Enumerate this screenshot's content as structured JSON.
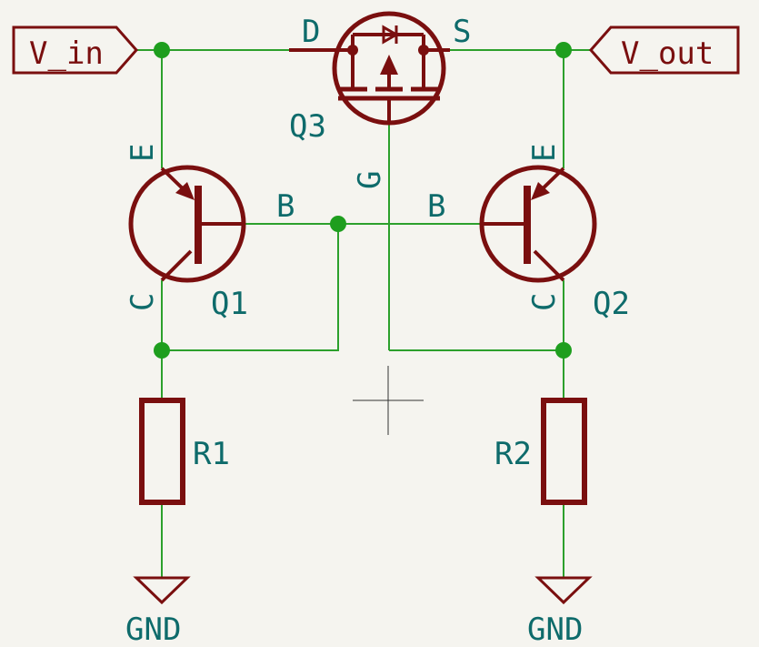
{
  "colors": {
    "background": "#f5f4ef",
    "wire": "#2ca02c",
    "junction": "#1e9e1e",
    "component": "#7a0f0f",
    "label": "#0e6b6b",
    "cursor": "#333333"
  },
  "ports": {
    "input": "V_in",
    "output": "V_out"
  },
  "components": {
    "q1": {
      "ref": "Q1",
      "pin_e": "E",
      "pin_b": "B",
      "pin_c": "C"
    },
    "q2": {
      "ref": "Q2",
      "pin_e": "E",
      "pin_b": "B",
      "pin_c": "C"
    },
    "q3": {
      "ref": "Q3",
      "pin_d": "D",
      "pin_s": "S",
      "pin_g": "G"
    },
    "r1": {
      "ref": "R1"
    },
    "r2": {
      "ref": "R2"
    }
  },
  "power": {
    "gnd_left": "GND",
    "gnd_right": "GND"
  }
}
